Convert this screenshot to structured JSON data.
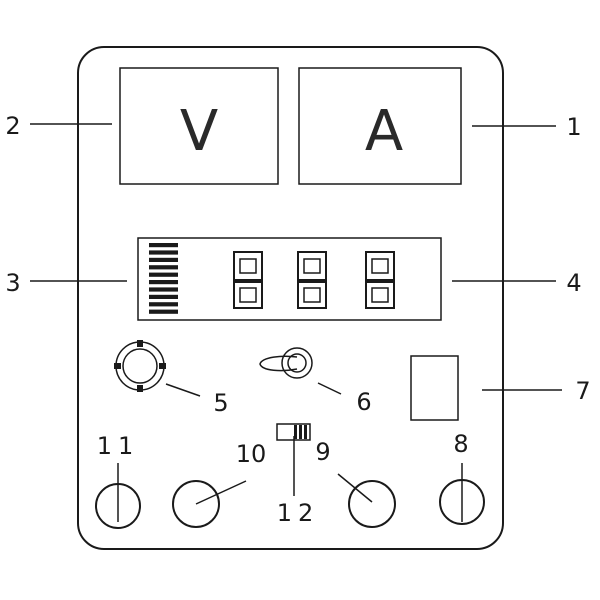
{
  "meters": {
    "voltage_letter": "V",
    "current_letter": "A"
  },
  "callouts": {
    "c1": "1",
    "c2": "2",
    "c3": "3",
    "c4": "4",
    "c5": "5",
    "c6": "6",
    "c7": "7",
    "c8": "8",
    "c9": "9",
    "c10": "10",
    "c11": "11",
    "c12": "12"
  },
  "colors": {
    "ink": "#1a1a1a",
    "background": "#ffffff"
  }
}
